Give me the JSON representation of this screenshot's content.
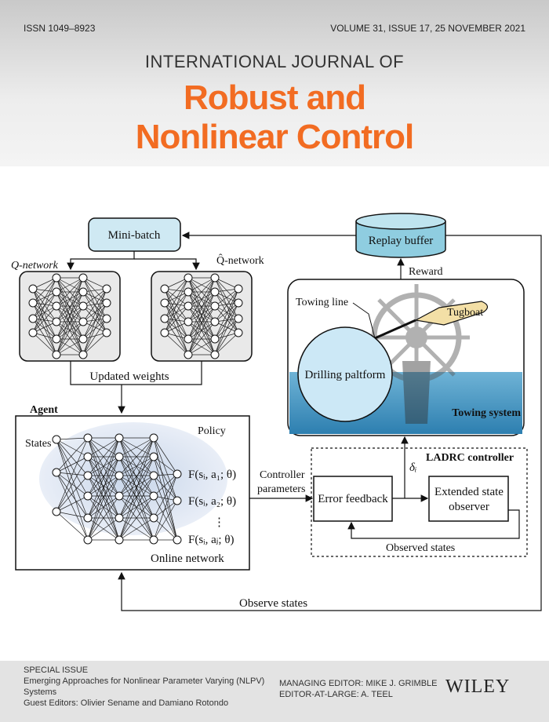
{
  "header": {
    "issn": "ISSN 1049–8923",
    "volume": "VOLUME 31, ISSUE 17, 25 NOVEMBER 2021",
    "journal": "INTERNATIONAL JOURNAL OF",
    "title_line1": "Robust and",
    "title_line2": "Nonlinear Control"
  },
  "diagram": {
    "mini_batch": "Mini-batch",
    "replay_buffer": "Replay buffer",
    "q_network": "Q-network",
    "qhat_network": "Q̂-network",
    "updated_weights": "Updated weights",
    "agent": "Agent",
    "states": "States",
    "policy": "Policy",
    "f1": "F(sᵢ, a₁; θ)",
    "f2": "F(sᵢ, a₂; θ)",
    "fj": "F(sᵢ, aⱼ; θ)",
    "online_network": "Online network",
    "controller_parameters_1": "Controller",
    "controller_parameters_2": "parameters",
    "reward": "Reward",
    "towing_line": "Towing line",
    "tugboat": "Tugboat",
    "drilling_platform": "Drilling paltform",
    "towing_system": "Towing system",
    "ladrc_controller": "LADRC controller",
    "delta": "δᵢ",
    "error_feedback": "Error feedback",
    "eso_1": "Extended state",
    "eso_2": "observer",
    "observed_states": "Observed states",
    "observe_states": "Observe states"
  },
  "footer": {
    "special_issue": "SPECIAL ISSUE",
    "si_title_1": "Emerging Approaches for Nonlinear Parameter Varying (NLPV)",
    "si_title_2": "Systems",
    "guest_editors": "Guest Editors: Olivier Sename and Damiano Rotondo",
    "managing_editor": "MANAGING EDITOR: MIKE J. GRIMBLE",
    "editor_at_large": "EDITOR-AT-LARGE: A. TEEL",
    "publisher": "WILEY"
  }
}
